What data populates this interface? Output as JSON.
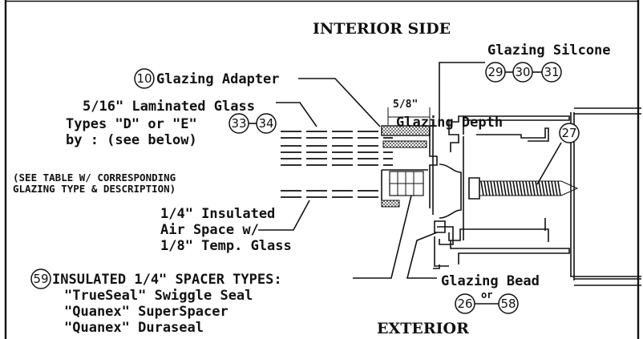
{
  "labels": {
    "interior_side": "INTERIOR SIDE",
    "exterior": "EXTERIOR",
    "glazing_adapter": "Glazing Adapter",
    "glazing_silicone": "Glazing Silcone",
    "laminated_glass": "5/16\" Laminated Glass",
    "types": "Types \"D\" or \"E\"",
    "by_see_below": "by : (see below)",
    "dimension": "5/8\"",
    "glazing_depth": "Glazing Depth",
    "see_table_1": "(SEE TABLE W/ CORRESPONDING",
    "see_table_2": "GLAZING TYPE & DESCRIPTION)",
    "insulated_1": "1/4\" Insulated",
    "insulated_2": "Air Space w/",
    "insulated_3": "1/8\" Temp. Glass",
    "spacer_types": "INSULATED 1/4\" SPACER TYPES:",
    "spacer_1": "\"TrueSeal\" Swiggle Seal",
    "spacer_2": "\"Quanex\" SuperSpacer",
    "spacer_3": "\"Quanex\" Duraseal",
    "glazing_bead": "Glazing Bead",
    "or": "or"
  },
  "callouts": {
    "adapter": "10",
    "silicone_a": "29",
    "silicone_b": "30",
    "silicone_c": "31",
    "types_a": "33",
    "types_b": "34",
    "screw": "27",
    "spacer": "59",
    "bead_a": "26",
    "bead_b": "58"
  }
}
